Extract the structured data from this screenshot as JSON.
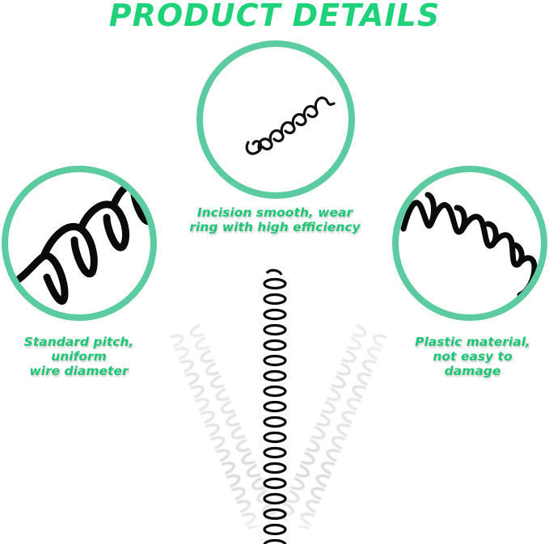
{
  "header": {
    "title": "PRODUCT DETAILS"
  },
  "colors": {
    "title_green": "#1fd27a",
    "circle_border": "#5ccba0",
    "caption_green": "#1fc676"
  },
  "features": [
    {
      "position": "top-center",
      "lines": [
        "Incision smooth, wear",
        "ring with high efficiency"
      ],
      "icon": "spring-closeup-icon"
    },
    {
      "position": "left",
      "lines": [
        "Standard pitch,",
        "uniform",
        "wire diameter"
      ],
      "icon": "spring-closeup-icon"
    },
    {
      "position": "right",
      "lines": [
        "Plastic material,",
        "not easy to",
        "damage"
      ],
      "icon": "spring-closeup-icon"
    }
  ],
  "product_image": {
    "description": "three plastic spiral binding coils",
    "icon": "spiral-coil-icon"
  }
}
